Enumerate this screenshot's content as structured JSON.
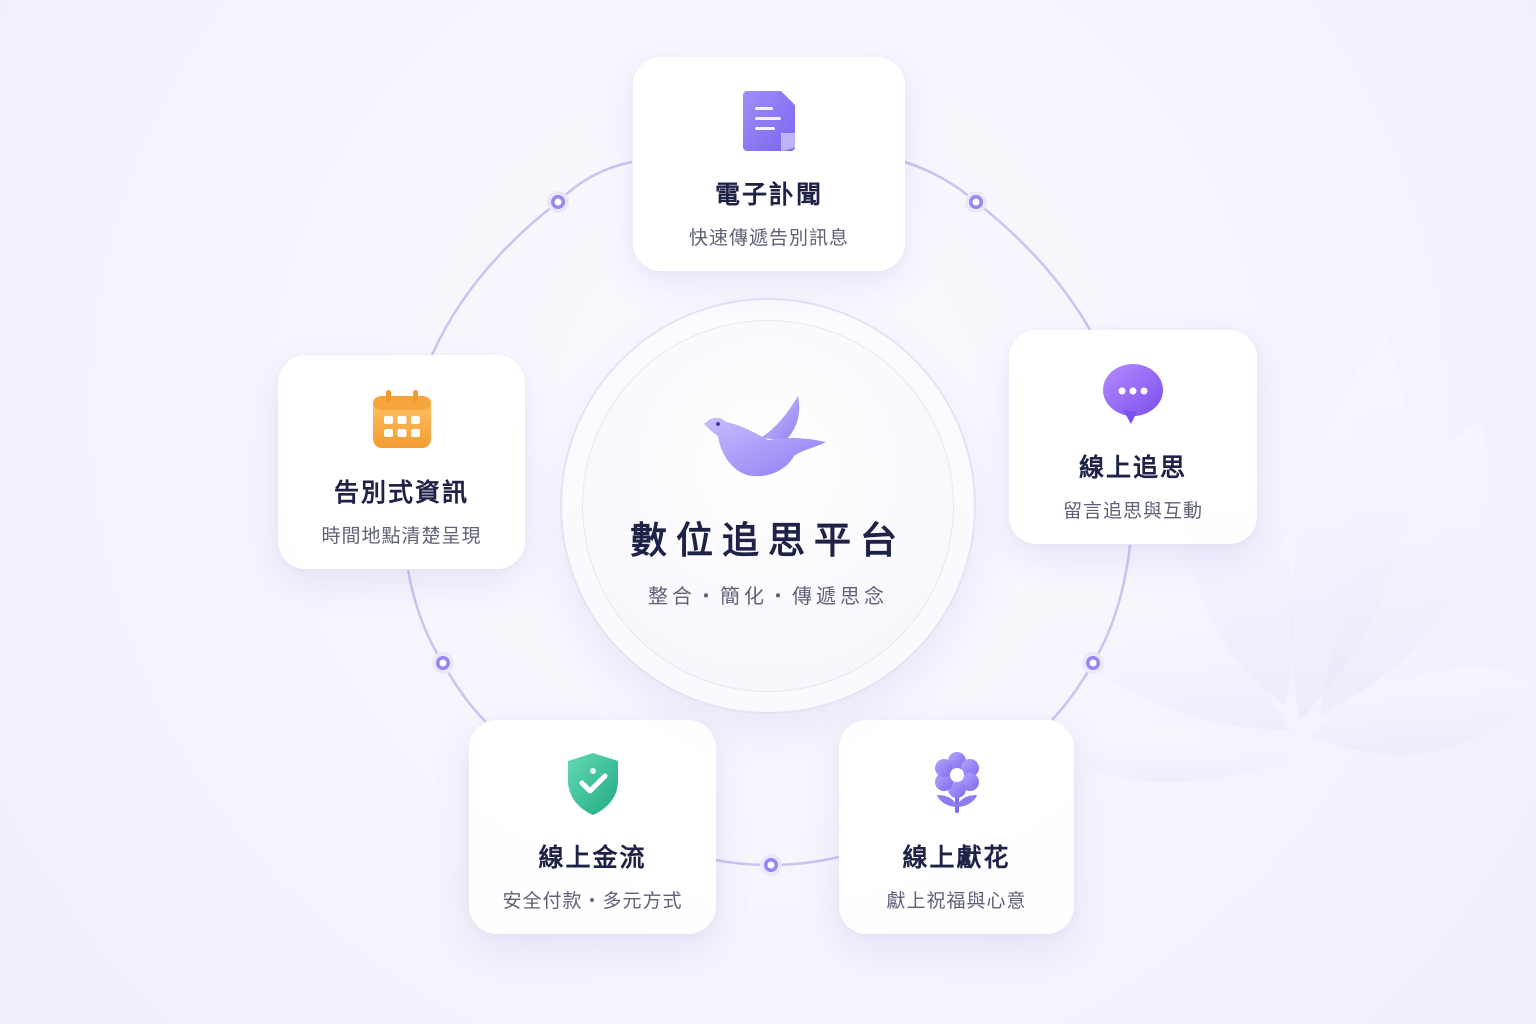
{
  "center": {
    "title": "數位追思平台",
    "subtitle": "整合・簡化・傳遞思念",
    "icon": "dove-icon"
  },
  "features": [
    {
      "id": "obituary",
      "title": "電子訃聞",
      "subtitle": "快速傳遞告別訊息",
      "icon": "document-icon",
      "color": "#8b7cf6"
    },
    {
      "id": "memorial",
      "title": "線上追思",
      "subtitle": "留言追思與互動",
      "icon": "chat-bubble-icon",
      "color": "#8b5cf6"
    },
    {
      "id": "funeral",
      "title": "告別式資訊",
      "subtitle": "時間地點清楚呈現",
      "icon": "calendar-icon",
      "color": "#f6a33a"
    },
    {
      "id": "payment",
      "title": "線上金流",
      "subtitle": "安全付款・多元方式",
      "icon": "shield-check-icon",
      "color": "#35c39a"
    },
    {
      "id": "flower",
      "title": "線上獻花",
      "subtitle": "獻上祝福與心意",
      "icon": "flower-icon",
      "color": "#8e7af5"
    }
  ],
  "colors": {
    "accent": "#8f7ef0",
    "orbit": "#cbc3f2",
    "text_primary": "#1f2247",
    "text_secondary": "#5f6277"
  }
}
